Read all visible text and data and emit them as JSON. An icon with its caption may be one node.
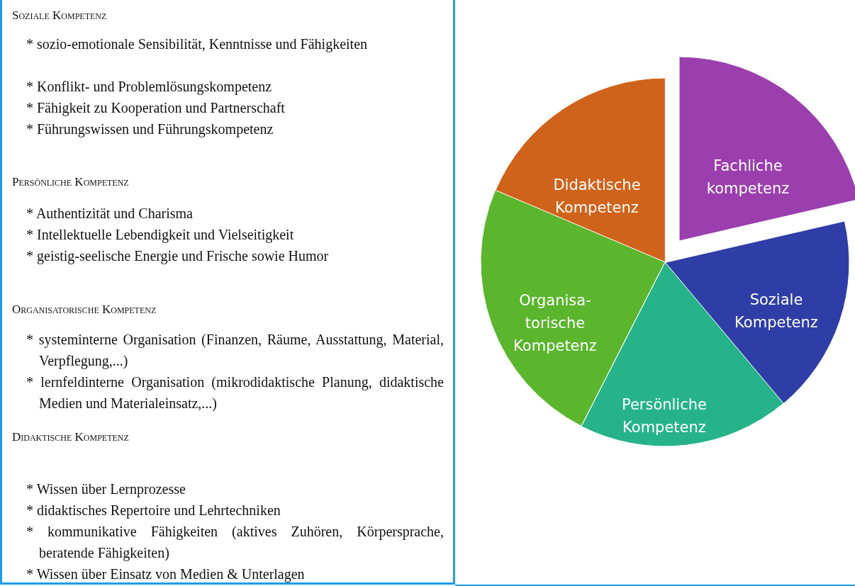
{
  "diagram": {
    "nodes": [
      {
        "text": [
          "Fachliche kompetenz"
        ]
      },
      {
        "text": [
          "Soziale Kompetenz"
        ]
      },
      {
        "text": [
          "Persönliche Kompetenz"
        ]
      },
      {
        "text": [
          "Organisa- torische Kompetenz"
        ]
      },
      {
        "text": [
          "Didaktische Kompetenz"
        ]
      }
    ],
    "labels": [
      "Soziale Kompetenz",
      "* sozio-emotionale Sensibilität, Kenntnisse und Fähigkeiten",
      "* Konflikt- und Problemlösungskompetenz",
      "* Fähigkeit zu Kooperation und Partnerschaft",
      "* Führungswissen und Führungskompetenz",
      "Persönliche Kompetenz",
      "* Authentizität und Charisma",
      "* Intellektuelle Lebendigkeit und Vielseitigkeit",
      "* geistig-seelische Energie und Frische sowie Humor",
      "Organisatorische Kompetenz",
      "* systeminterne Organisation (Finanzen, Räume, Ausstattung, Material, Verpflegung,...)",
      "* lernfeldinterne Organisation (mikrodidaktische Planung, didaktische Medien und Materialeinsatz,...)",
      "Didaktische Kompetenz",
      "* Wissen über Lernprozesse",
      "* didaktisches Repertoire und Lehrtechniken",
      "* kommunikative Fähigkeiten (aktives Zuhören, Körpersprache, beratende Fähigkeiten)",
      "* Wissen über Einsatz von Medien & Unterlagen"
    ]
  }
}
